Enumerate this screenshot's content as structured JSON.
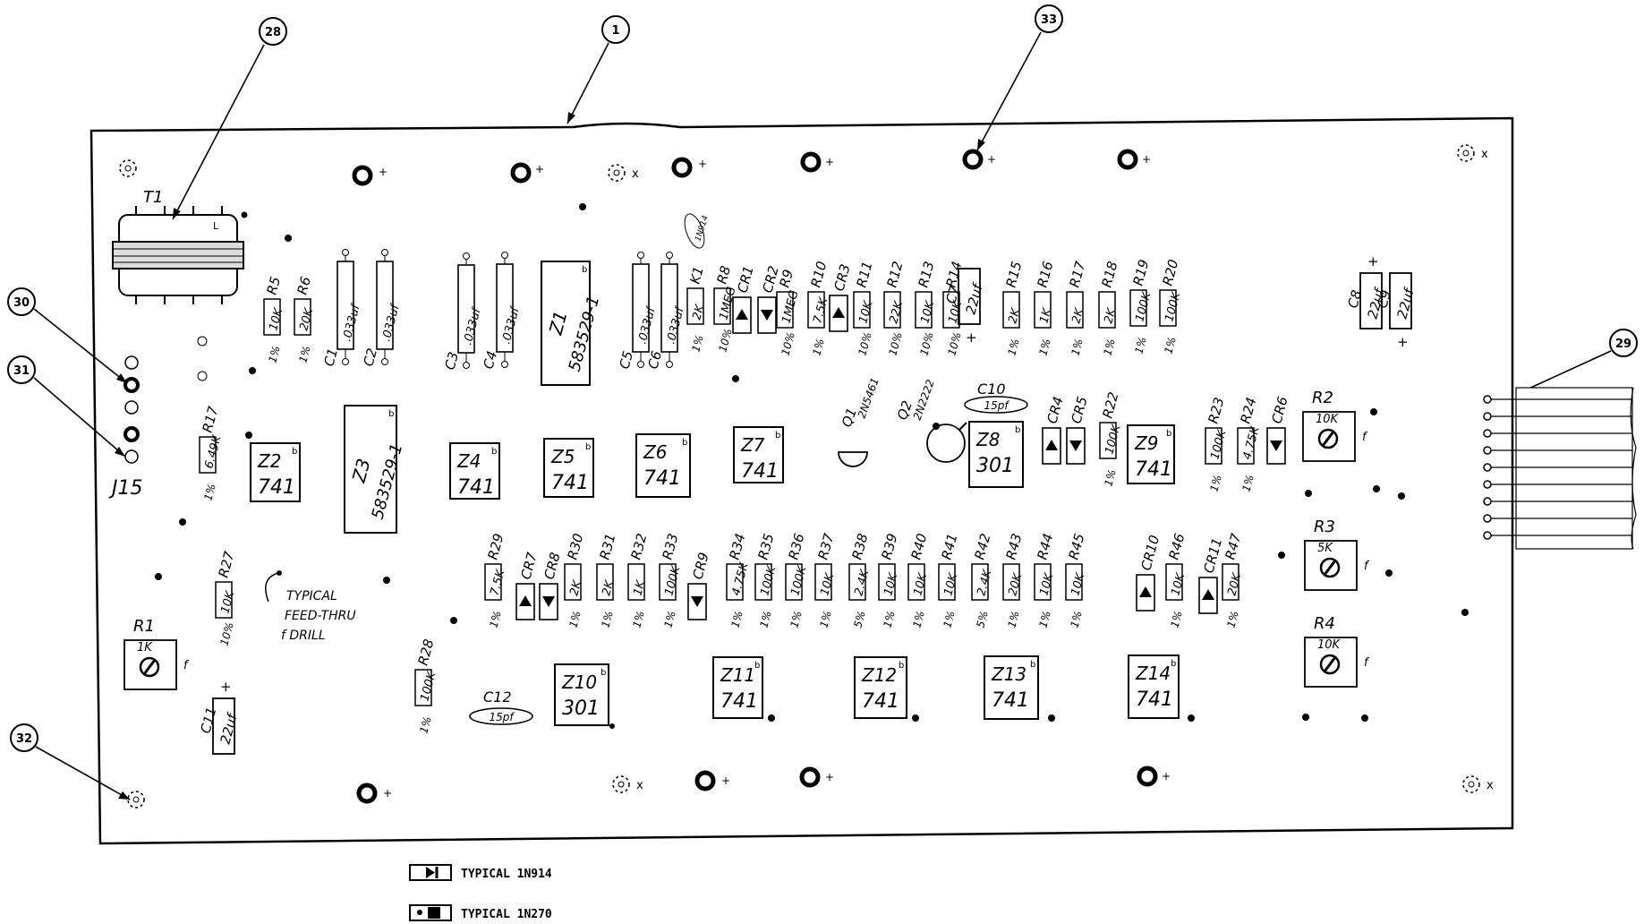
{
  "callouts": [
    "28",
    "1",
    "33",
    "30",
    "31",
    "29",
    "32"
  ],
  "transformer": {
    "label": "T1"
  },
  "connector": {
    "label": "J15"
  },
  "resistors_top": [
    {
      "ref": "R5",
      "tol": "1%",
      "value": "10K"
    },
    {
      "ref": "R6",
      "tol": "1%",
      "value": "20K"
    },
    {
      "ref": "R8",
      "tol": "10%",
      "value": "1MEG"
    },
    {
      "ref": "R9",
      "tol": "10%",
      "value": "1MEG"
    },
    {
      "ref": "R10",
      "tol": "1%",
      "value": "7.5K"
    },
    {
      "ref": "R11",
      "tol": "10%",
      "value": "10K"
    },
    {
      "ref": "R12",
      "tol": "10%",
      "value": "22K"
    },
    {
      "ref": "R13",
      "tol": "10%",
      "value": "10K"
    },
    {
      "ref": "R14",
      "tol": "10%",
      "value": "10K"
    },
    {
      "ref": "R15",
      "tol": "1%",
      "value": "2K"
    },
    {
      "ref": "R16",
      "tol": "1%",
      "value": "1K"
    },
    {
      "ref": "R17",
      "tol": "1%",
      "value": "2K"
    },
    {
      "ref": "R18",
      "tol": "1%",
      "value": "2K"
    },
    {
      "ref": "R19",
      "tol": "1%",
      "value": "100K"
    },
    {
      "ref": "R20",
      "tol": "1%",
      "value": "100K"
    }
  ],
  "r_k1": {
    "ref": "K1",
    "tol": "1%",
    "value": "2K"
  },
  "r_mid": [
    {
      "ref": "R17",
      "tol": "1%",
      "value": "6.49K"
    },
    {
      "ref": "R22",
      "tol": "1%",
      "value": "100K"
    },
    {
      "ref": "R23",
      "tol": "1%",
      "value": "100K"
    },
    {
      "ref": "R24",
      "tol": "1%",
      "value": "4.75K"
    },
    {
      "ref": "R27",
      "tol": "10%",
      "value": "10K"
    },
    {
      "ref": "R28",
      "tol": "1%",
      "value": "100K"
    }
  ],
  "resistors_bottom": [
    {
      "ref": "R29",
      "tol": "1%",
      "value": "7.5K"
    },
    {
      "ref": "R30",
      "tol": "1%",
      "value": "2K"
    },
    {
      "ref": "R31",
      "tol": "1%",
      "value": "2K"
    },
    {
      "ref": "R32",
      "tol": "1%",
      "value": "1K"
    },
    {
      "ref": "R33",
      "tol": "1%",
      "value": "100K"
    },
    {
      "ref": "R34",
      "tol": "1%",
      "value": "4.75K"
    },
    {
      "ref": "R35",
      "tol": "1%",
      "value": "100K"
    },
    {
      "ref": "R36",
      "tol": "1%",
      "value": "100K"
    },
    {
      "ref": "R37",
      "tol": "1%",
      "value": "10K"
    },
    {
      "ref": "R38",
      "tol": "5%",
      "value": "2.4K"
    },
    {
      "ref": "R39",
      "tol": "1%",
      "value": "10K"
    },
    {
      "ref": "R40",
      "tol": "1%",
      "value": "10K"
    },
    {
      "ref": "R41",
      "tol": "1%",
      "value": "10K"
    },
    {
      "ref": "R42",
      "tol": "5%",
      "value": "2.4K"
    },
    {
      "ref": "R43",
      "tol": "1%",
      "value": "20K"
    },
    {
      "ref": "R44",
      "tol": "1%",
      "value": "10K"
    },
    {
      "ref": "R45",
      "tol": "1%",
      "value": "10K"
    },
    {
      "ref": "R46",
      "tol": "1%",
      "value": "10K"
    },
    {
      "ref": "R47",
      "tol": "1%",
      "value": "20K"
    }
  ],
  "capacitors": [
    {
      "ref": "C1",
      "value": ".033uf"
    },
    {
      "ref": "C2",
      "value": ".033uf"
    },
    {
      "ref": "C3",
      "value": ".033uf"
    },
    {
      "ref": "C4",
      "value": ".033uf"
    },
    {
      "ref": "C5",
      "value": ".033uf"
    },
    {
      "ref": "C6",
      "value": ".033uf"
    }
  ],
  "electrolytics": [
    {
      "ref": "C7",
      "value": "22uf"
    },
    {
      "ref": "C8",
      "value": "22uf"
    },
    {
      "ref": "C9",
      "value": "22uf"
    },
    {
      "ref": "C11",
      "value": "22uf"
    }
  ],
  "disc_caps": [
    {
      "ref": "C10",
      "value": "15pf"
    },
    {
      "ref": "C12",
      "value": "15pf"
    }
  ],
  "relay_note": "1N914",
  "ics": [
    {
      "ref": "Z1",
      "part": "583529-1"
    },
    {
      "ref": "Z2",
      "part": "741"
    },
    {
      "ref": "Z3",
      "part": "583529-1"
    },
    {
      "ref": "Z4",
      "part": "741"
    },
    {
      "ref": "Z5",
      "part": "741"
    },
    {
      "ref": "Z6",
      "part": "741"
    },
    {
      "ref": "Z7",
      "part": "741"
    },
    {
      "ref": "Z8",
      "part": "301"
    },
    {
      "ref": "Z9",
      "part": "741"
    },
    {
      "ref": "Z10",
      "part": "301"
    },
    {
      "ref": "Z11",
      "part": "741"
    },
    {
      "ref": "Z12",
      "part": "741"
    },
    {
      "ref": "Z13",
      "part": "741"
    },
    {
      "ref": "Z14",
      "part": "741"
    }
  ],
  "transistors": [
    {
      "ref": "Q1",
      "part": "2N5461"
    },
    {
      "ref": "Q2",
      "part": "2N2222"
    }
  ],
  "diodes": [
    "CR1",
    "CR2",
    "CR3",
    "CR4",
    "CR5",
    "CR6",
    "CR7",
    "CR8",
    "CR9",
    "CR10",
    "CR11"
  ],
  "pots": [
    {
      "ref": "R1",
      "value": "1K"
    },
    {
      "ref": "R2",
      "value": "10K"
    },
    {
      "ref": "R3",
      "value": "5K"
    },
    {
      "ref": "R4",
      "value": "10K"
    }
  ],
  "feedthru_note": [
    "TYPICAL",
    "FEED-THRU",
    "f DRILL"
  ],
  "legend": [
    {
      "text": "TYPICAL 1N914"
    },
    {
      "text": "TYPICAL 1N270"
    }
  ]
}
